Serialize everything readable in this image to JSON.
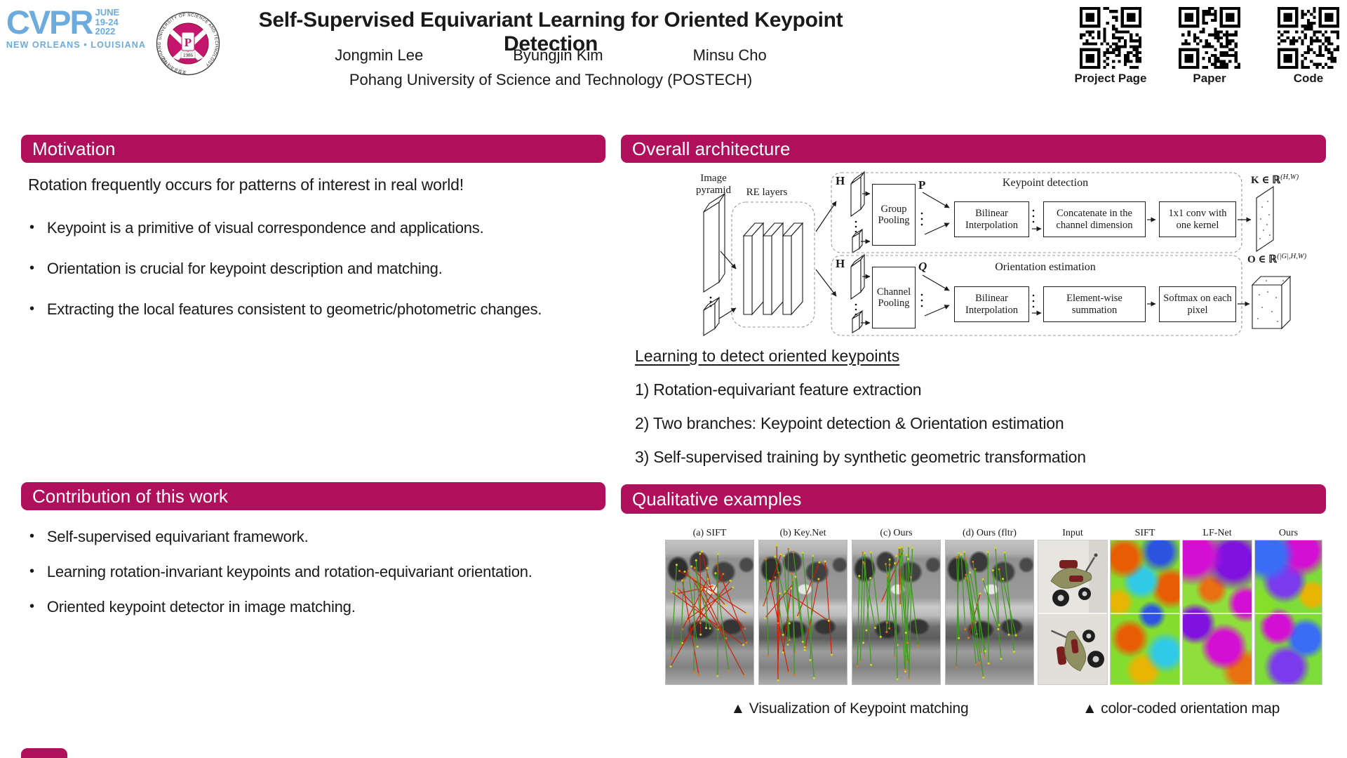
{
  "colors": {
    "accent": "#B00F5B",
    "cvpr_blue": "#6CABDE",
    "match_good": "#3f9b1e",
    "match_bad": "#cf1d00"
  },
  "header": {
    "cvpr": {
      "name": "CVPR",
      "date_lines": [
        "JUNE",
        "19-24",
        "2022"
      ],
      "location": "NEW ORLEANS • LOUISIANA"
    },
    "seal": {
      "ring_text": "POHANG UNIVERSITY OF SCIENCE AND TECHNOLOGY",
      "ring_text_bottom": "포항공과대학교",
      "year": "1986",
      "monogram": "P"
    },
    "title": "Self-Supervised Equivariant Learning for Oriented Keypoint Detection",
    "authors": [
      "Jongmin Lee",
      "Byungjin Kim",
      "Minsu Cho"
    ],
    "affiliation": "Pohang University of Science and Technology (POSTECH)",
    "qr_codes": [
      {
        "label": "Project Page"
      },
      {
        "label": "Paper"
      },
      {
        "label": "Code"
      }
    ]
  },
  "sections": {
    "motivation": {
      "title": "Motivation",
      "intro": "Rotation frequently occurs for patterns of interest in real world!",
      "bullets": [
        "Keypoint is a primitive of visual correspondence and applications.",
        "Orientation is crucial for keypoint description and matching.",
        "Extracting the local features consistent to geometric/photometric changes."
      ]
    },
    "architecture": {
      "title": "Overall architecture",
      "diagram": {
        "pyramid_label": "Image pyramid",
        "re_label": "RE layers",
        "keypoint_branch": {
          "title": "Keypoint detection",
          "input": "H",
          "pool": "Group Pooling",
          "pool_out": "P",
          "step1": "Bilinear Interpolation",
          "step2": "Concatenate in the channel dimension",
          "step3": "1x1 conv with one kernel",
          "output": "K ∈ ℝ",
          "output_sup": "(H,W)"
        },
        "orientation_branch": {
          "title": "Orientation estimation",
          "input": "H",
          "pool": "Channel Pooling",
          "pool_out": "Q",
          "step1": "Bilinear Interpolation",
          "step2": "Element-wise summation",
          "step3": "Softmax on each pixel",
          "output": "O ∈ ℝ",
          "output_sup": "(|G|,H,W)"
        }
      },
      "subheading": "Learning to detect oriented keypoints",
      "steps": [
        "1) Rotation-equivariant feature extraction",
        "2) Two branches: Keypoint detection & Orientation estimation",
        "3) Self-supervised training by synthetic geometric transformation"
      ]
    },
    "contribution": {
      "title": "Contribution of this work",
      "bullets": [
        "Self-supervised equivariant framework.",
        "Learning rotation-invariant keypoints and rotation-equivariant orientation.",
        "Oriented keypoint detector in image matching."
      ]
    },
    "qualitative": {
      "title": "Qualitative examples",
      "matching_panels": [
        {
          "label": "(a) SIFT",
          "red_lines": 16,
          "green_lines": 9
        },
        {
          "label": "(b) Key.Net",
          "red_lines": 11,
          "green_lines": 11
        },
        {
          "label": "(c) Ours",
          "red_lines": 2,
          "green_lines": 22
        },
        {
          "label": "(d) Ours (fltr)",
          "red_lines": 1,
          "green_lines": 18
        }
      ],
      "orientation_columns": [
        "Input",
        "SIFT",
        "LF-Net",
        "Ours"
      ],
      "caption_left": "▲ Visualization of Keypoint matching",
      "caption_right": "▲ color-coded orientation map"
    }
  }
}
